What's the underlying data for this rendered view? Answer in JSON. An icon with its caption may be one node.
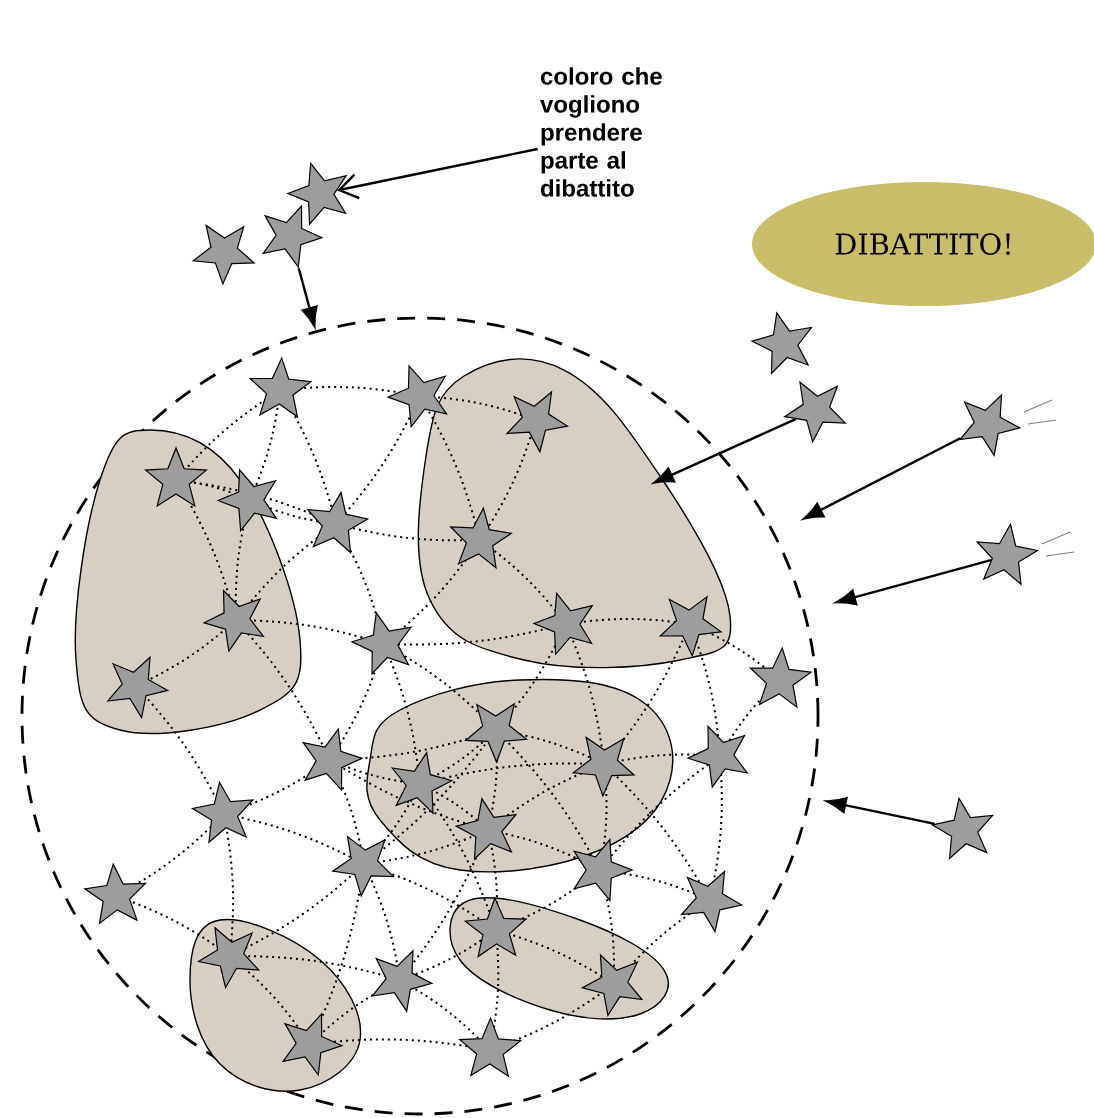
{
  "diagram": {
    "nodes": [
      {
        "text": [
          "coloro che vogliono prendere parte al dibattito"
        ]
      },
      {
        "text": [],
        "shape": "star"
      },
      {
        "text": [],
        "shape": "star"
      },
      {
        "text": [],
        "shape": "star"
      },
      {
        "text": [],
        "shape": "circle"
      },
      {
        "text": [],
        "shape": "star"
      },
      {
        "text": [],
        "shape": "star"
      },
      {
        "text": [],
        "shape": "star"
      },
      {
        "text": [],
        "shape": "star"
      },
      {
        "text": [],
        "shape": "star"
      },
      {
        "text": [
          "DIBATTITO!"
        ]
      },
      {
        "text": [],
        "shape": "cloud",
        "in": 4
      }
    ],
    "edges": [
      {
        "from": 0,
        "to": 1,
        "arrow": "to"
      },
      {
        "from": 3,
        "to": 4,
        "arrow": "to"
      },
      {
        "from": 6,
        "to": 11,
        "arrow": "to"
      },
      {
        "from": 7,
        "to": 4,
        "arrow": "to"
      },
      {
        "from": 8,
        "to": 4,
        "arrow": "to"
      },
      {
        "from": 9,
        "to": 4,
        "arrow": "to"
      }
    ]
  }
}
